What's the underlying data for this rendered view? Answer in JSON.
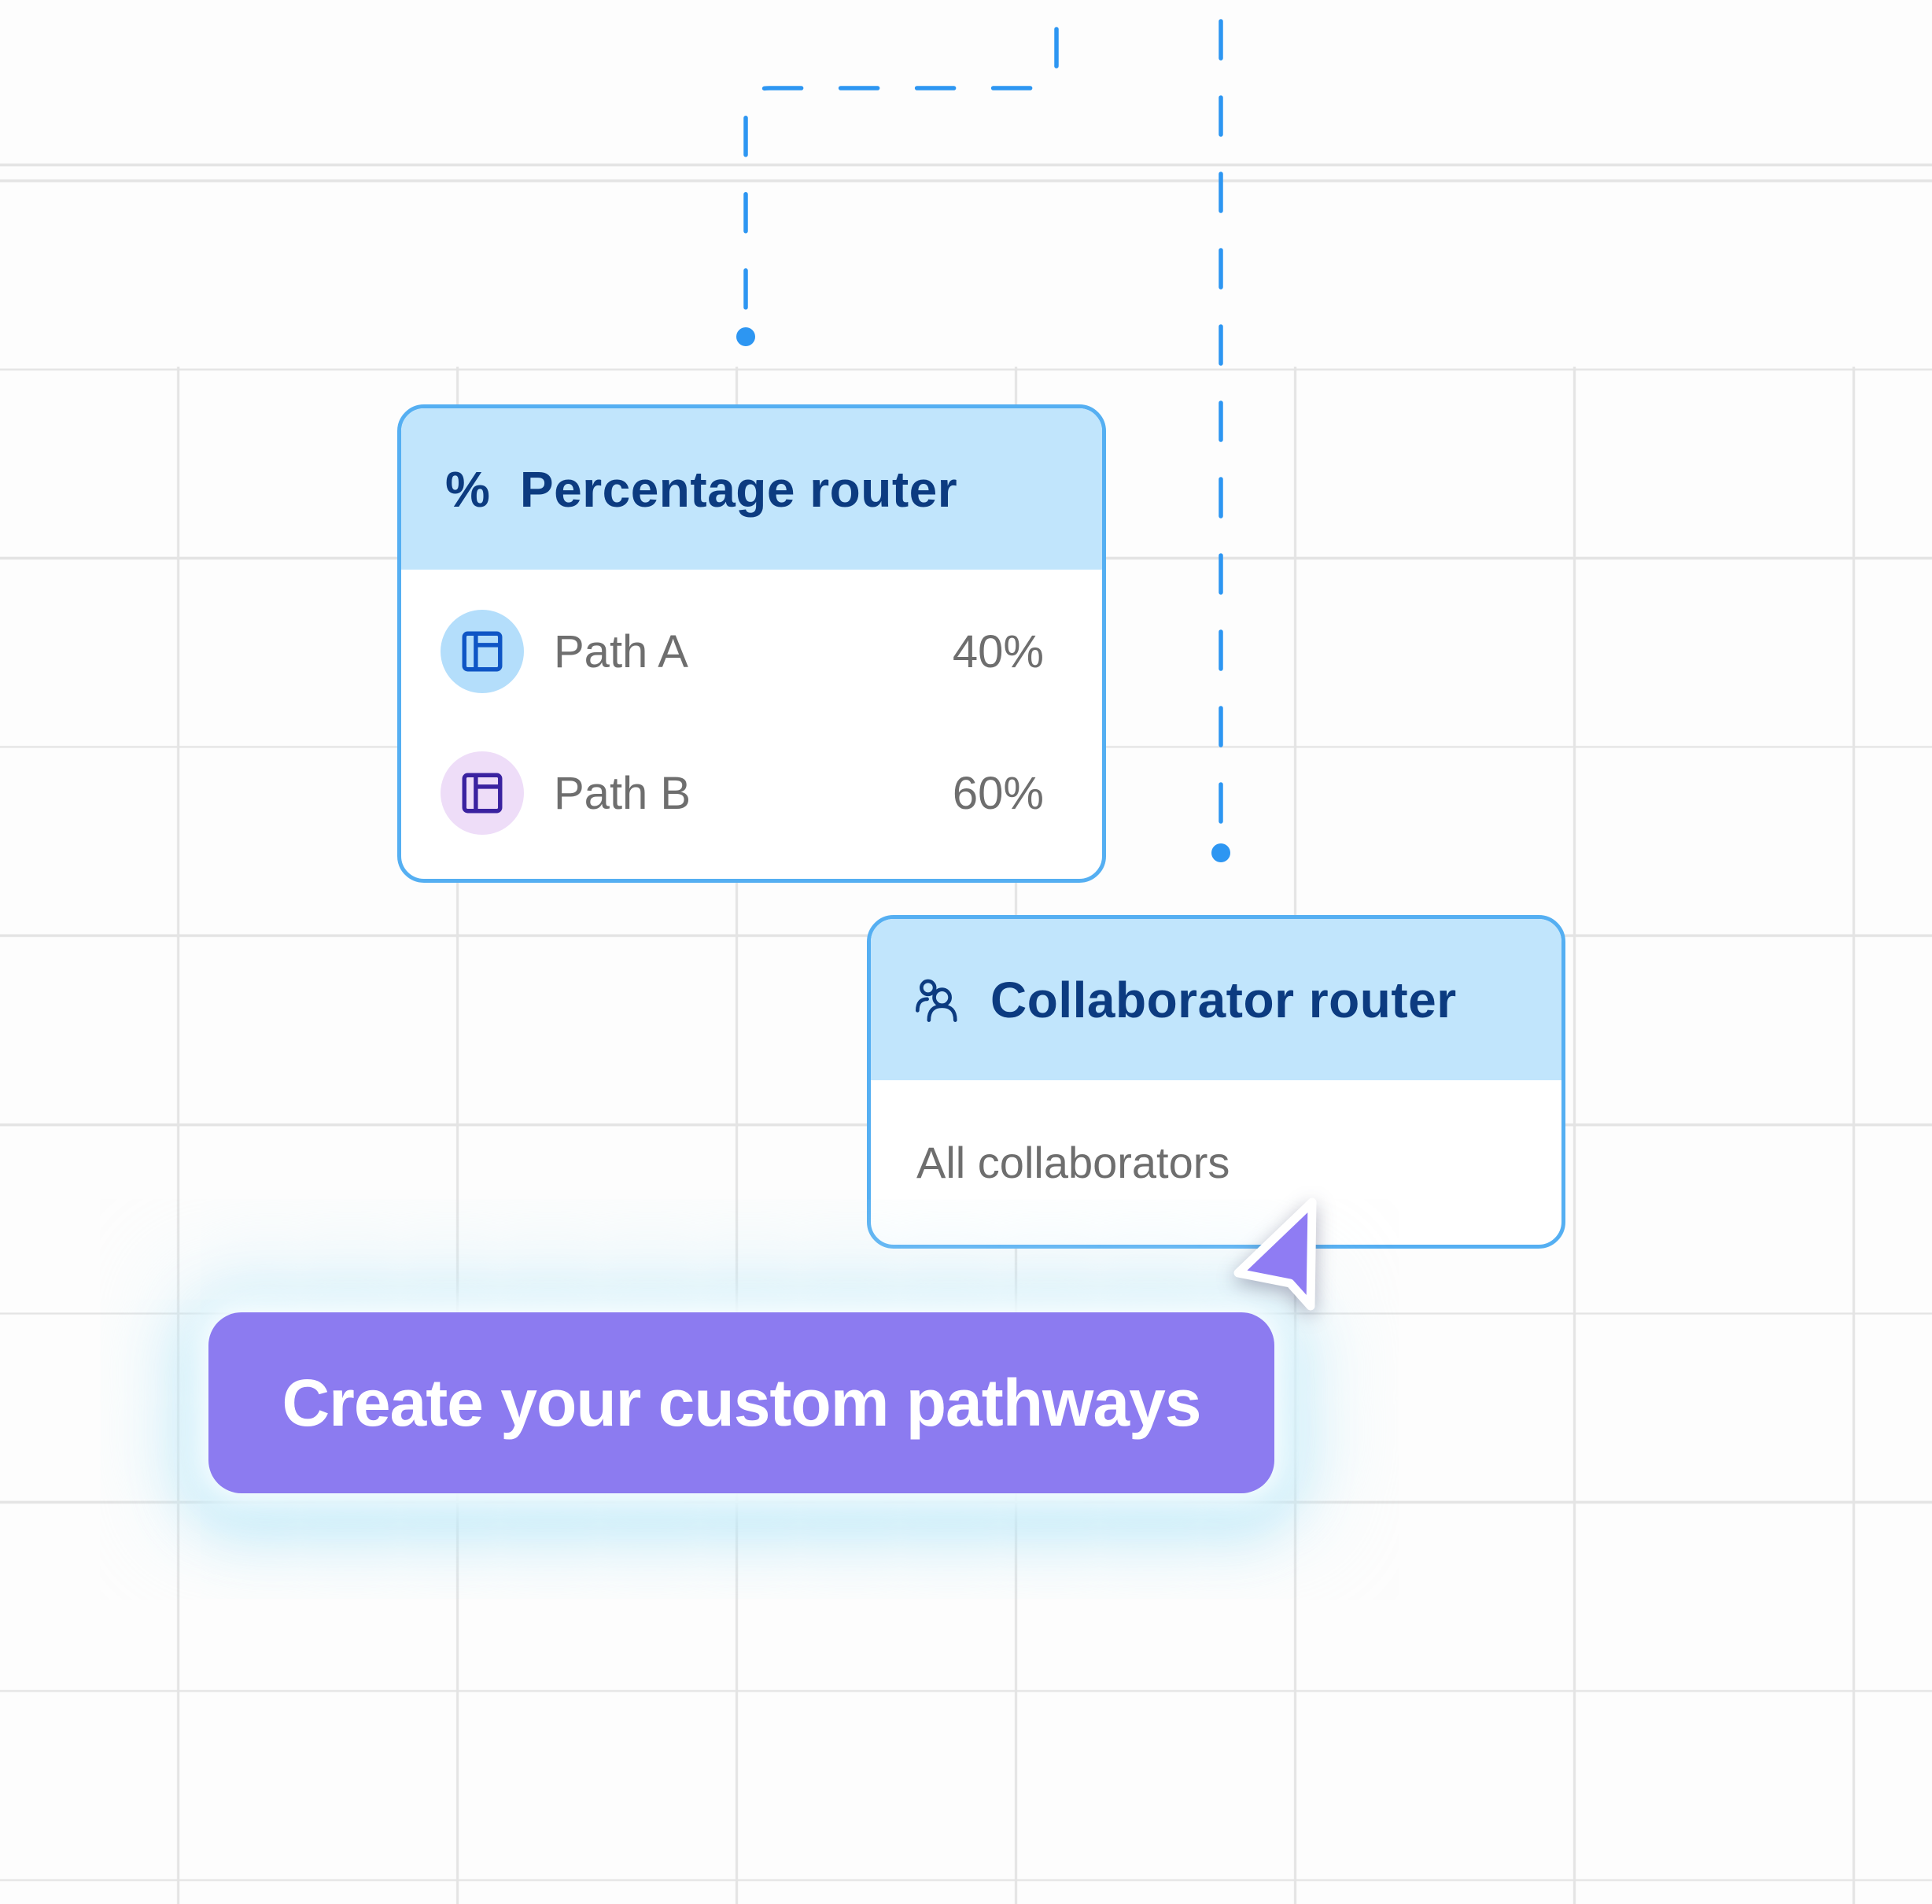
{
  "canvas": {
    "background_color": "#fdfdfd",
    "grid_line_color": "#e4e4e4"
  },
  "connectors": {
    "style": "dashed",
    "color": "#2d96f2"
  },
  "nodes": [
    {
      "title": "Percentage router",
      "icon": "percent-icon",
      "icon_glyph": "%",
      "header_color": "#c1e5fc",
      "border_color": "#55aff2",
      "title_color": "#0c3b80",
      "rows": [
        {
          "icon": "layout-icon",
          "icon_color": "#0f55c5",
          "icon_bg": "#b4defb",
          "label": "Path A",
          "value": "40%"
        },
        {
          "icon": "layout-icon",
          "icon_color": "#3a22a0",
          "icon_bg": "#eeddf8",
          "label": "Path B",
          "value": "60%"
        }
      ]
    },
    {
      "title": "Collaborator router",
      "icon": "people-icon",
      "header_color": "#c1e5fc",
      "border_color": "#55aff2",
      "title_color": "#0c3b80",
      "rows": [
        {
          "label": "All collaborators"
        }
      ]
    }
  ],
  "banner": {
    "label": "Create your custom pathways",
    "background_color": "#8c7bf0",
    "text_color": "#ffffff"
  },
  "cursor": {
    "color": "#8f7cf3"
  }
}
